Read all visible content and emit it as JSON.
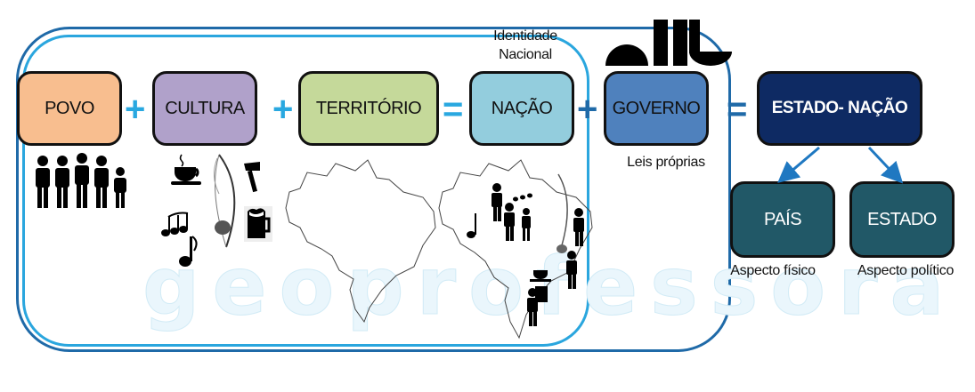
{
  "diagram": {
    "boxes": {
      "povo": {
        "label": "POVO",
        "color": "#f8be8f"
      },
      "cultura": {
        "label": "CULTURA",
        "color": "#b0a1ca"
      },
      "territorio": {
        "label": "TERRITÓRIO",
        "color": "#c5d99a"
      },
      "nacao": {
        "label": "NAÇÃO",
        "color": "#93cddd"
      },
      "governo": {
        "label": "GOVERNO",
        "color": "#4f81bd"
      },
      "estado_nacao": {
        "label": "ESTADO- NAÇÃO",
        "color": "#0e2a63"
      },
      "pais": {
        "label": "PAÍS",
        "color": "#215867"
      },
      "estado": {
        "label": "ESTADO",
        "color": "#215867"
      }
    },
    "operators": [
      "+",
      "+",
      "=",
      "+",
      "="
    ],
    "annotations": {
      "nacao_top": "Identidade Nacional",
      "nacao_top_line1": "Identidade",
      "nacao_top_line2": "Nacional",
      "governo_bottom": "Leis próprias",
      "pais_bottom": "Aspecto físico",
      "estado_bottom": "Aspecto político"
    },
    "icons": {
      "povo": "people-group-icon",
      "cultura": [
        "coffee-cup-icon",
        "berimbau-icon",
        "hammer-icon",
        "music-notes-icon",
        "beer-mug-icon"
      ],
      "territorio": "brazil-map-outline",
      "nacao": "brazil-map-with-people-and-culture",
      "governo": "three-powers-icon"
    },
    "watermark": "geoprofessora",
    "colors": {
      "outer_frame": "#1f6aa8",
      "inner_frame": "#2aa6de",
      "operator": "#29a8e0",
      "arrow": "#1f78c1"
    }
  }
}
